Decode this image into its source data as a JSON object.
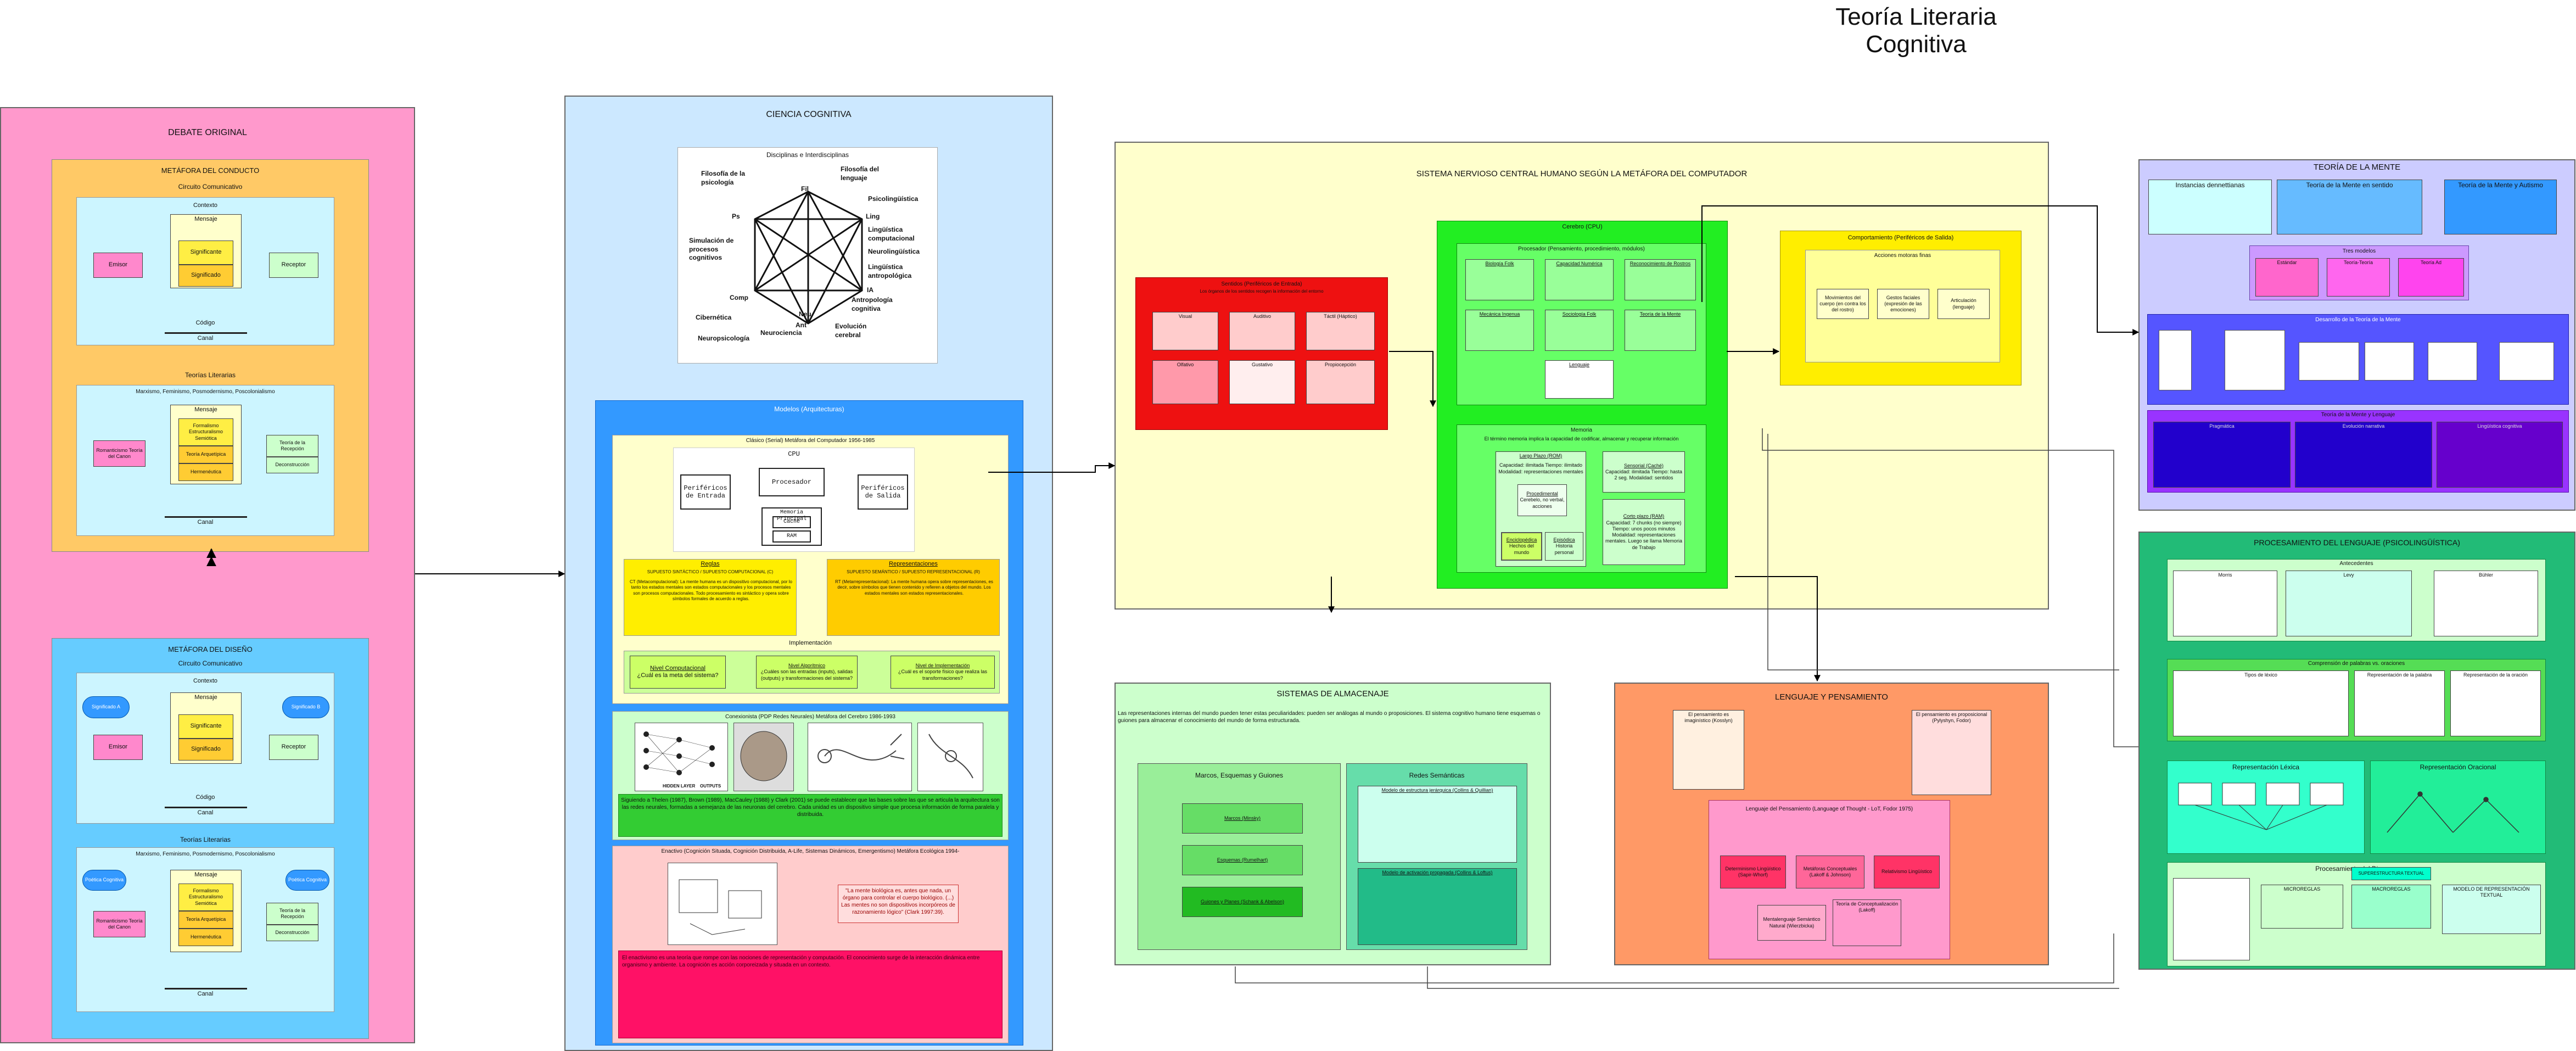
{
  "title": "Teoría Literaria Cognitiva",
  "debate": {
    "title": "DEBATE ORIGINAL",
    "conducto": {
      "title": "METÁFORA DEL CONDUCTO",
      "circuit": "Circuito Comunicativo",
      "contexto": "Contexto",
      "mensaje": "Mensaje",
      "significante": "Significante",
      "significado": "Significado",
      "emisor": "Emisor",
      "receptor": "Receptor",
      "codigo": "Código",
      "canal": "Canal"
    },
    "teorias1": {
      "title": "Teorías Literarias",
      "subtitle": "Marxismo, Feminismo, Posmodernismo, Poscolonialismo",
      "mensaje": "Mensaje",
      "formalismo": "Formalismo Estructuralismo Semiótica",
      "arquetipica": "Teoría Arquetípica",
      "hermeneutica": "Hermenéutica",
      "romanticismo": "Romanticismo Teoría del Canon",
      "recepcion": "Teoría de la Recepción",
      "deconstruccion": "Deconstrucción",
      "canal": "Canal"
    },
    "diseno": {
      "title": "METÁFORA DEL DISEÑO",
      "circuit": "Circuito Comunicativo",
      "contexto": "Contexto",
      "mensaje": "Mensaje",
      "significante": "Significante",
      "significado": "Significado",
      "emisor": "Emisor",
      "receptor": "Receptor",
      "cloud1": "Significado A",
      "cloud2": "Significado B",
      "codigo": "Código",
      "canal": "Canal"
    },
    "teorias2": {
      "title": "Teorías Literarias",
      "subtitle": "Marxismo, Feminismo, Posmodernismo, Poscolonialismo",
      "mensaje": "Mensaje",
      "formalismo": "Formalismo Estructuralismo Semiótica",
      "arquetipica": "Teoría Arquetípica",
      "hermeneutica": "Hermenéutica",
      "romanticismo": "Romanticismo Teoría del Canon",
      "recepcion": "Teoría de la Recepción",
      "deconstruccion": "Deconstrucción",
      "cloud1": "Poética Cognitiva",
      "cloud2": "Poética Cognitiva",
      "canal": "Canal"
    }
  },
  "ciencia": {
    "title": "CIENCIA COGNITIVA",
    "disciplinas": {
      "title": "Disciplinas e Interdisciplinas",
      "nodes": [
        "Filosofía de la psicología",
        "Fil",
        "Filosofía del lenguaje",
        "Ps",
        "Psicolingüística",
        "Ling",
        "Lingüística computacional",
        "Neurolingüística",
        "Simulación de procesos cognitivos",
        "Lingüística antropológica",
        "IA",
        "Antropología cognitiva",
        "Cibernética",
        "Comp",
        "Ant",
        "Neurociencia",
        "Neuropsicología",
        "Neu",
        "Evolución cerebral"
      ]
    },
    "modelos": {
      "title": "Modelos (Arquitecturas)",
      "clasico": {
        "title": "Clásico (Serial) Metáfora del Computador 1956-1985",
        "cpu": "CPU",
        "entrada": "Periféricos de Entrada",
        "procesador": "Procesador",
        "salida": "Periféricos de Salida",
        "memoria": "Memoria Principal",
        "cache": "Caché",
        "ram": "RAM",
        "reglas_title": "Reglas",
        "reglas_sub": "SUPUESTO SINTÁCTICO / SUPUESTO COMPUTACIONAL (C)",
        "reglas_text": "CT (Metacomputacional): La mente humana es un dispositivo computacional, por lo tanto los estados mentales son estados computacionales y los procesos mentales son procesos computacionales. Todo procesamiento es sintáctico y opera sobre símbolos formales de acuerdo a reglas.",
        "rep_title": "Representaciones",
        "rep_sub": "SUPUESTO SEMÁNTICO / SUPUESTO REPRESENTACIONAL (R)",
        "rep_text": "RT (Metarrepresentacional): La mente humana opera sobre representaciones, es decir, sobre símbolos que tienen contenido y refieren a objetos del mundo. Los estados mentales son estados representacionales.",
        "impl_title": "Implementación",
        "nivel_comp": "Nivel Computacional",
        "nivel_comp_q": "¿Cuál es la meta del sistema?",
        "nivel_alg": "Nivel Algorítmico",
        "nivel_alg_q": "¿Cuáles son las entradas (inputs), salidas (outputs) y transformaciones del sistema?",
        "nivel_impl": "Nivel de Implementación",
        "nivel_impl_q": "¿Cuál es el soporte físico que realiza las transformaciones?"
      },
      "conexionista": {
        "title": "Conexionista (PDP Redes Neurales) Metáfora del Cerebro 1986-1993",
        "hidden": "HIDDEN LAYER",
        "outputs": "OUTPUTS",
        "text": "Siguiendo a Thelen (1987), Brown (1989), MacCauley (1988) y Clark (2001) se puede establecer que las bases sobre las que se articula la arquitectura son las redes neurales, formadas a semejanza de las neuronas del cerebro. Cada unidad es un dispositivo simple que procesa información de forma paralela y distribuida."
      },
      "enactivo": {
        "title": "Enactivo (Cognición Situada, Cognición Distribuida, A-Life, Sistemas Dinámicos, Emergentismo) Metáfora Ecológica 1994-",
        "quote": "\"La mente biológica es, antes que nada, un órgano para controlar el cuerpo biológico. (...) Las mentes no son dispositivos incorpóreos de razonamiento lógico\" (Clark 1997:39).",
        "text": "El enactivismo es una teoría que rompe con las nociones de representación y computación. El conocimiento surge de la interacción dinámica entre organismo y ambiente. La cognición es acción corporeizada y situada en un contexto."
      }
    }
  },
  "sistema": {
    "title": "SISTEMA NERVIOSO CENTRAL HUMANO SEGÚN LA METÁFORA DEL COMPUTADOR",
    "entrada": {
      "title": "Sentidos (Periféricos de Entrada)",
      "subtitle": "Los órganos de los sentidos recogen la información del entorno",
      "items": [
        "Visual",
        "Auditivo",
        "Táctil (Háptico)",
        "Olfativo",
        "Gustativo",
        "Propiocepción"
      ]
    },
    "cerebro": {
      "title": "Cerebro (CPU)",
      "procesador": "Procesador (Pensamiento, procedimiento, módulos)",
      "biologica": "Biología Folk",
      "numerica": "Capacidad Numérica",
      "reconocimiento": "Reconocimiento de Rostros",
      "mecanica": "Mecánica Ingenua",
      "sociologia": "Sociología Folk",
      "mente": "Teoría de la Mente",
      "lenguaje": "Lenguaje",
      "memoria_title": "Memoria",
      "memoria_sub": "El término memoria implica la capacidad de codificar, almacenar y recuperar información",
      "largo": "Largo Plazo (ROM)",
      "largo_text": "Capacidad: ilimitada Tiempo: ilimitado Modalidad: representaciones mentales",
      "sensorial": "Sensorial (Caché)",
      "sensorial_text": "Capacidad: ilimitada Tiempo: hasta 2 seg. Modalidad: sentidos",
      "procedural": "Procedimental",
      "procedural_text": "Cerebelo, no verbal, acciones",
      "corto": "Corto plazo (RAM)",
      "corto_text": "Capacidad: 7 chunks (no siempre) Tiempo: unos pocos minutos Modalidad: representaciones mentales. Luego se llama Memoria de Trabajo",
      "enciclopedica": "Enciclopédica",
      "episodica": "Episódica",
      "hechos": "Hechos del mundo",
      "historia": "Historia personal"
    },
    "salida": {
      "title": "Comportamiento (Periféricos de Salida)",
      "acciones": "Acciones motoras finas",
      "items": [
        "Movimientos del cuerpo (en contra los del rostro)",
        "Gestos faciales (expresión de las emociones)",
        "Articulación (lenguaje)"
      ]
    }
  },
  "almacenaje": {
    "title": "SISTEMAS DE ALMACENAJE",
    "intro": "Las representaciones internas del mundo pueden tener estas peculiaridades: pueden ser análogas al mundo o proposiciones. El sistema cognitivo humano tiene esquemas o guiones para almacenar el conocimiento del mundo de forma estructurada.",
    "marcos": {
      "title": "Marcos, Esquemas y Guiones",
      "items": [
        "Marcos (Minsky)",
        "Esquemas (Rumelhart)",
        "Guiones y Planes (Schank & Abelson)"
      ]
    },
    "redes": {
      "title": "Redes Semánticas",
      "items": [
        "Modelo de estructura jerárquica (Collins & Quillian)",
        "Modelo de activación propagada (Collins & Loftus)"
      ]
    }
  },
  "lenguaje": {
    "title": "LENGUAJE Y PENSAMIENTO",
    "pens1": "El pensamiento es imaginístico (Kosslyn)",
    "pens2": "El pensamiento es proposicional (Pylyshyn, Fodor)",
    "lot": "Lenguaje del Pensamiento (Language of Thought - LoT, Fodor 1975)",
    "items": [
      "Determinismo Lingüístico (Sapir-Whorf)",
      "Metáforas Conceptuales (Lakoff & Johnson)",
      "Relativismo Lingüístico",
      "Mentalenguaje Semántico Natural (Wierzbicka)",
      "Teoría de Conceptualización (Lakoff)"
    ]
  },
  "teoria_mente": {
    "title": "TEORÍA DE LA MENTE",
    "instancias": "Instancias dennettianas",
    "sentidos": "Teoría de la Mente en sentido",
    "autismo": "Teoría de la Mente y Autismo",
    "tres": "Tres modelos",
    "modelos": [
      "Estándar",
      "Teoría-Teoría",
      "Teoría Ad"
    ],
    "desarrollo": "Desarrollo de la Teoría de la Mente",
    "critica": "Teoría de la Mente y Lenguaje",
    "items": [
      "Pragmática",
      "Evolución narrativa",
      "Lingüística cognitiva"
    ]
  },
  "procesamiento": {
    "title": "PROCESAMIENTO DEL LENGUAJE (PSICOLINGÜÍSTICA)",
    "antecedentes": "Antecedentes",
    "ant_items": [
      "Morris",
      "Levy",
      "Bühler"
    ],
    "comprension": "Comprensión de palabras vs. oraciones",
    "comp_items": [
      "Tipos de léxico",
      "Representación de la palabra",
      "Representación de la oración"
    ],
    "lexica": "Representación Léxica",
    "oracional": "Representación Oracional",
    "discurso": "Procesamiento del Discurso",
    "disc_items": [
      "MICROREGLAS",
      "MACROREGLAS",
      "SUPERESTRUCTURA TEXTUAL",
      "MODELO DE REPRESENTACIÓN TEXTUAL"
    ]
  }
}
